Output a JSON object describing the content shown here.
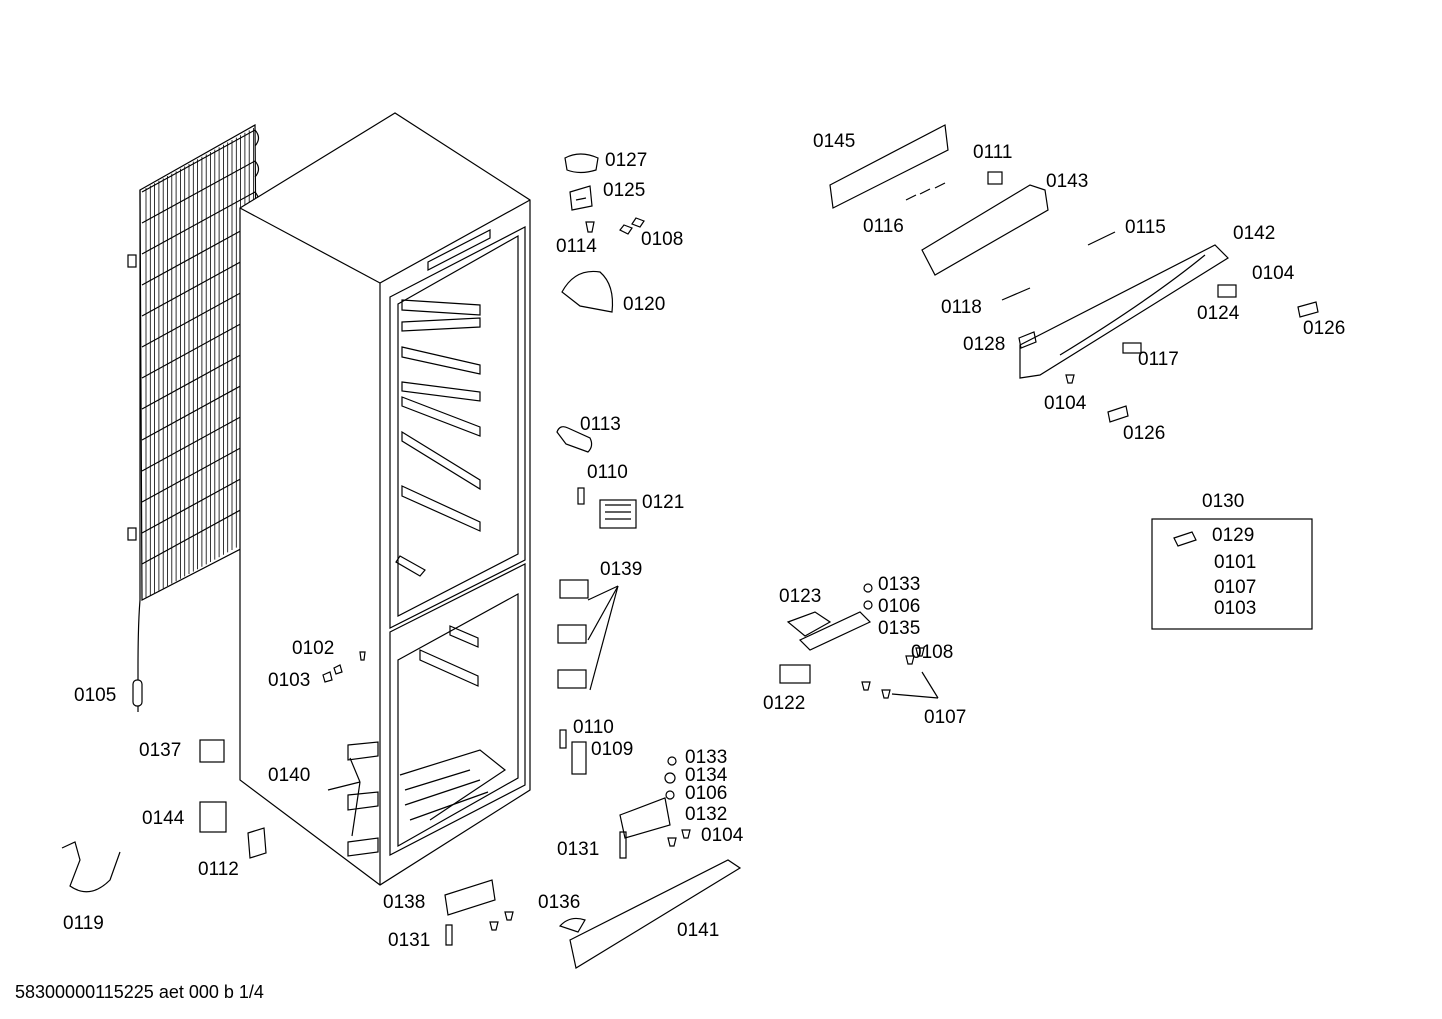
{
  "labels": {
    "l0127": "0127",
    "l0125": "0125",
    "l0114": "0114",
    "l0108a": "0108",
    "l0120": "0120",
    "l0113": "0113",
    "l0110a": "0110",
    "l0121": "0121",
    "l0139": "0139",
    "l0110b": "0110",
    "l0109": "0109",
    "l0133a": "0133",
    "l0134": "0134",
    "l0106a": "0106",
    "l0132": "0132",
    "l0104a": "0104",
    "l0131a": "0131",
    "l0136": "0136",
    "l0141": "0141",
    "l0138": "0138",
    "l0131b": "0131",
    "l0102": "0102",
    "l0103a": "0103",
    "l0105": "0105",
    "l0137": "0137",
    "l0140": "0140",
    "l0144": "0144",
    "l0112": "0112",
    "l0119": "0119",
    "l0145": "0145",
    "l0111": "0111",
    "l0143": "0143",
    "l0116": "0116",
    "l0115": "0115",
    "l0142": "0142",
    "l0104b": "0104",
    "l0124": "0124",
    "l0126a": "0126",
    "l0118": "0118",
    "l0128": "0128",
    "l0117": "0117",
    "l0104c": "0104",
    "l0126b": "0126",
    "l0130": "0130",
    "l0129": "0129",
    "l0101": "0101",
    "l0107a": "0107",
    "l0103b": "0103",
    "l0123": "0123",
    "l0133b": "0133",
    "l0106b": "0106",
    "l0135": "0135",
    "l0108b": "0108",
    "l0122": "0122",
    "l0107b": "0107"
  },
  "footer": "58300000115225 aet 000 b 1/4"
}
